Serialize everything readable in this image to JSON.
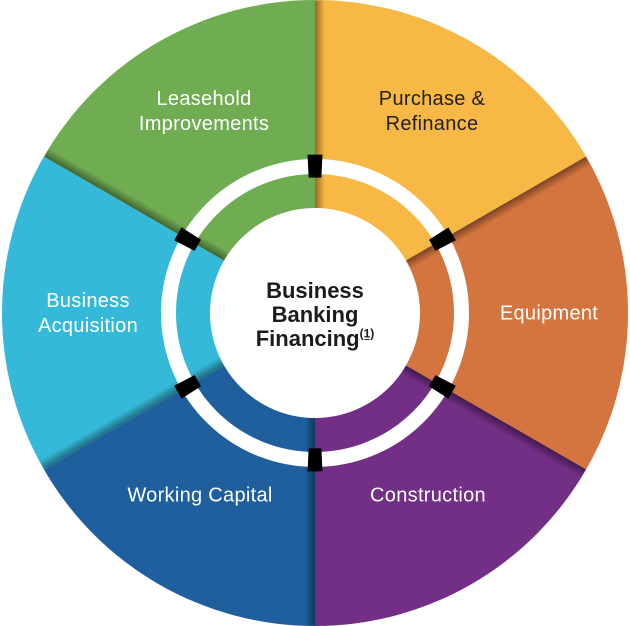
{
  "page": {
    "background": "#FFFFFF"
  },
  "chart_data": {
    "type": "pie",
    "subtype": "donut-infographic",
    "title": "Business Banking Financing",
    "center_label": {
      "text": "Business\nBanking\nFinancing",
      "footnote_marker": "(1)"
    },
    "legend": "none",
    "ring_gap_color": "#FFFFFF",
    "tick_color": "#000000",
    "segments": [
      {
        "slug": "purchase-refinance",
        "label": "Purchase & Refinance",
        "label_text": "Purchase &\nRefinance",
        "value_pct": 16.7,
        "color": "#F7B845",
        "label_color": "#1F1F1F",
        "start_angle_deg": 90,
        "end_angle_deg": 30
      },
      {
        "slug": "equipment",
        "label": "Equipment",
        "label_text": "Equipment",
        "value_pct": 16.7,
        "color": "#D4743E",
        "label_color": "#FFFFFF",
        "start_angle_deg": 30,
        "end_angle_deg": -30
      },
      {
        "slug": "construction",
        "label": "Construction",
        "label_text": "Construction",
        "value_pct": 16.7,
        "color": "#732E86",
        "label_color": "#FFFFFF",
        "start_angle_deg": -30,
        "end_angle_deg": -90
      },
      {
        "slug": "working-capital",
        "label": "Working Capital",
        "label_text": "Working Capital",
        "value_pct": 16.7,
        "color": "#1F5F9E",
        "label_color": "#FFFFFF",
        "start_angle_deg": -90,
        "end_angle_deg": -150
      },
      {
        "slug": "business-acquisition",
        "label": "Business Acquisition",
        "label_text": "Business\nAcquisition",
        "value_pct": 16.7,
        "color": "#35B9D9",
        "label_color": "#FFFFFF",
        "start_angle_deg": -150,
        "end_angle_deg": -210
      },
      {
        "slug": "leasehold-improvements",
        "label": "Leasehold Improvements",
        "label_text": "Leasehold\nImprovements",
        "value_pct": 16.7,
        "color": "#6FAC52",
        "label_color": "#FFFFFF",
        "start_angle_deg": -210,
        "end_angle_deg": -270
      }
    ]
  }
}
